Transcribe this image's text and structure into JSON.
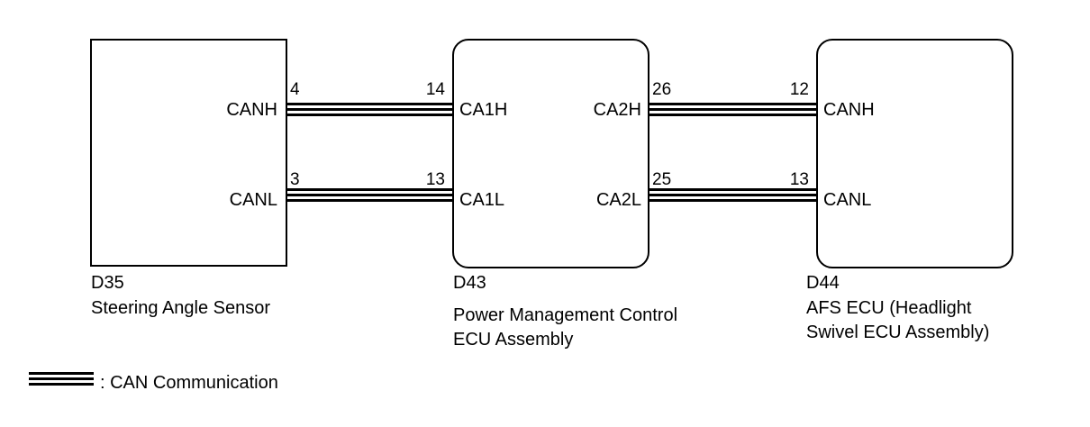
{
  "components": {
    "d35": {
      "id": "D35",
      "name": "Steering Angle Sensor",
      "pins": {
        "canh_label": "CANH",
        "canh_pin": "4",
        "canl_label": "CANL",
        "canl_pin": "3"
      }
    },
    "d43": {
      "id": "D43",
      "name_line1": "Power Management Control",
      "name_line2": "ECU Assembly",
      "pins": {
        "ca1h_label": "CA1H",
        "ca1h_pin": "14",
        "ca1l_label": "CA1L",
        "ca1l_pin": "13",
        "ca2h_label": "CA2H",
        "ca2h_pin": "26",
        "ca2l_label": "CA2L",
        "ca2l_pin": "25"
      }
    },
    "d44": {
      "id": "D44",
      "name_line1": "AFS ECU (Headlight",
      "name_line2": "Swivel ECU Assembly)",
      "pins": {
        "canh_label": "CANH",
        "canh_pin": "12",
        "canl_label": "CANL",
        "canl_pin": "13"
      }
    }
  },
  "legend": {
    "text": ": CAN Communication"
  }
}
